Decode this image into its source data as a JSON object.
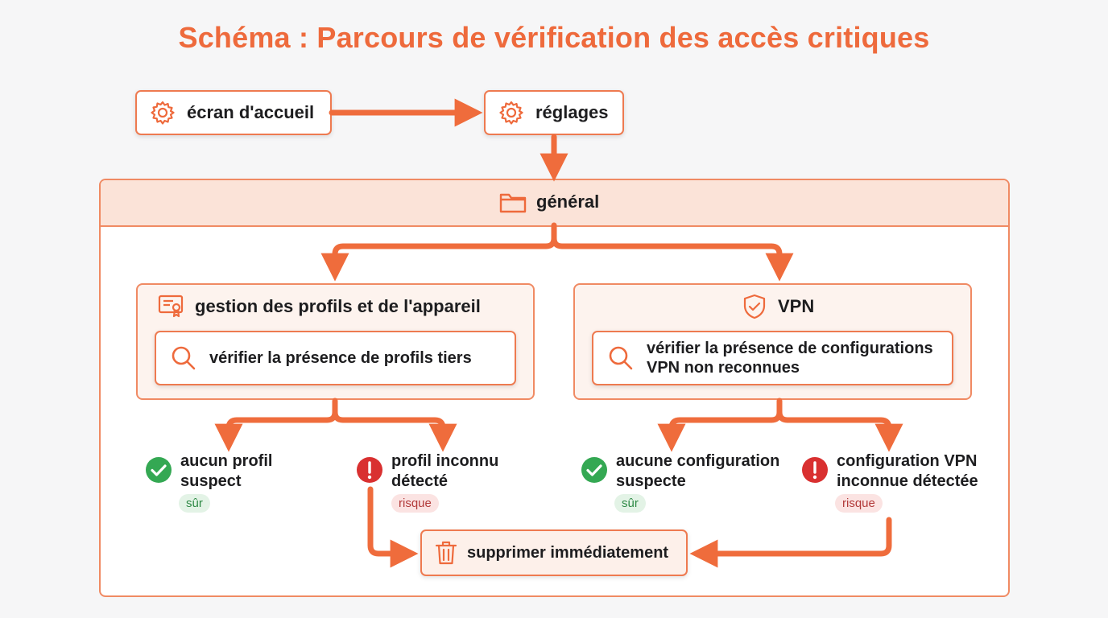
{
  "title": "Schéma : Parcours de vérification des accès critiques",
  "nodes": {
    "home": "écran d'accueil",
    "settings": "réglages",
    "general": "général",
    "profiles_section": "gestion des profils et de l'appareil",
    "profiles_check": "vérifier la présence de profils tiers",
    "vpn_section": "VPN",
    "vpn_check_line1": "vérifier la présence de configurations",
    "vpn_check_line2": "VPN non reconnues",
    "delete": "supprimer immédiatement"
  },
  "results": {
    "profile_ok_line1": "aucun profil",
    "profile_ok_line2": "suspect",
    "profile_ok_badge": "sûr",
    "profile_bad_line1": "profil inconnu",
    "profile_bad_line2": "détecté",
    "profile_bad_badge": "risque",
    "vpn_ok_line1": "aucune configuration",
    "vpn_ok_line2": "suspecte",
    "vpn_ok_badge": "sûr",
    "vpn_bad_line1": "configuration VPN",
    "vpn_bad_line2": "inconnue détectée",
    "vpn_bad_badge": "risque"
  },
  "colors": {
    "accent": "#ee6a3c",
    "arrow": "#ef6c3c",
    "safe": "#34a853",
    "risk": "#d93030"
  },
  "icons": {
    "home": "gear-icon",
    "settings": "gear-icon",
    "general": "folder-icon",
    "profiles": "certificate-icon",
    "vpn": "shield-check-icon",
    "search": "search-icon",
    "ok": "check-circle-icon",
    "bad": "exclamation-circle-icon",
    "delete": "trash-icon"
  }
}
